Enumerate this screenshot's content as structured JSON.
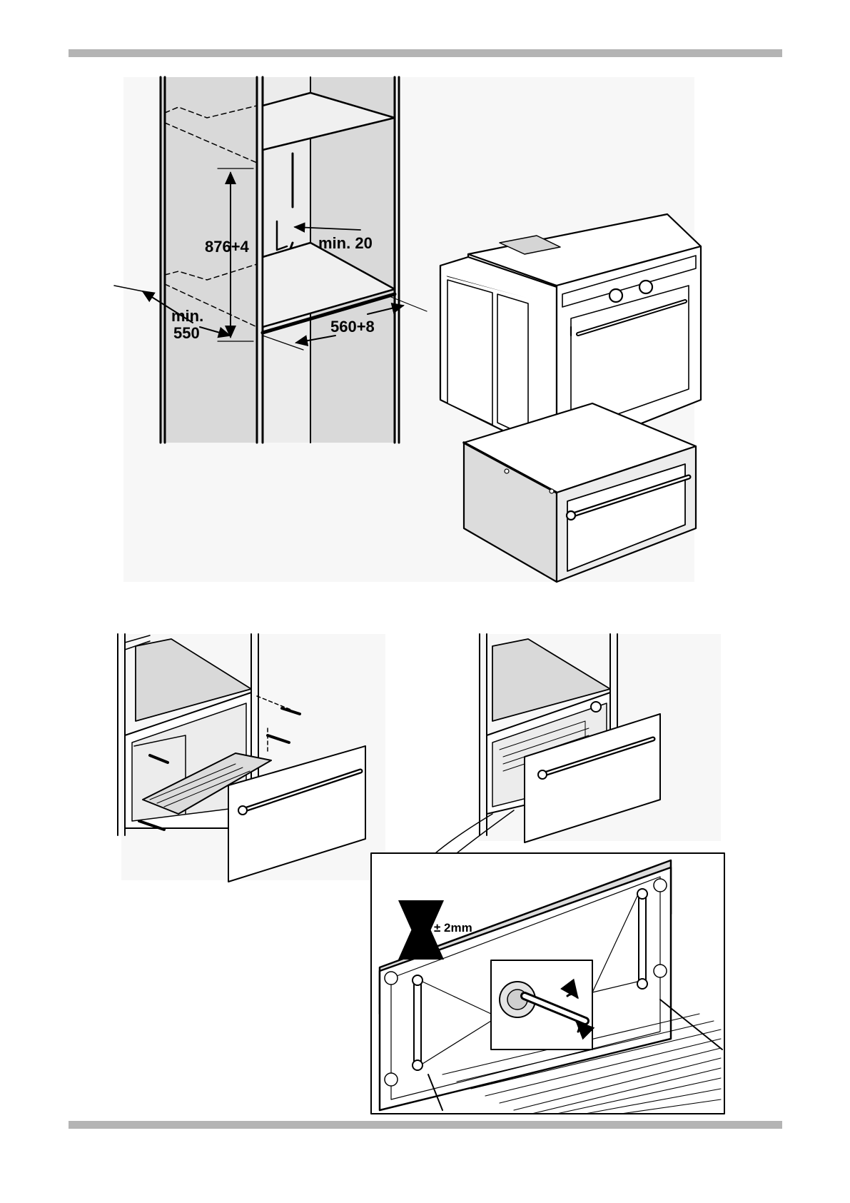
{
  "figure1": {
    "dim_height": "876+4",
    "dim_gap": "min. 20",
    "dim_depth_line1": "min.",
    "dim_depth_line2": "550",
    "dim_width": "560+8"
  },
  "detail": {
    "adjust_label": "± 2mm"
  },
  "colors": {
    "rule": "#b4b4b4",
    "panel": "#dcdcdc",
    "line": "#000000",
    "face": "#ffffff"
  }
}
